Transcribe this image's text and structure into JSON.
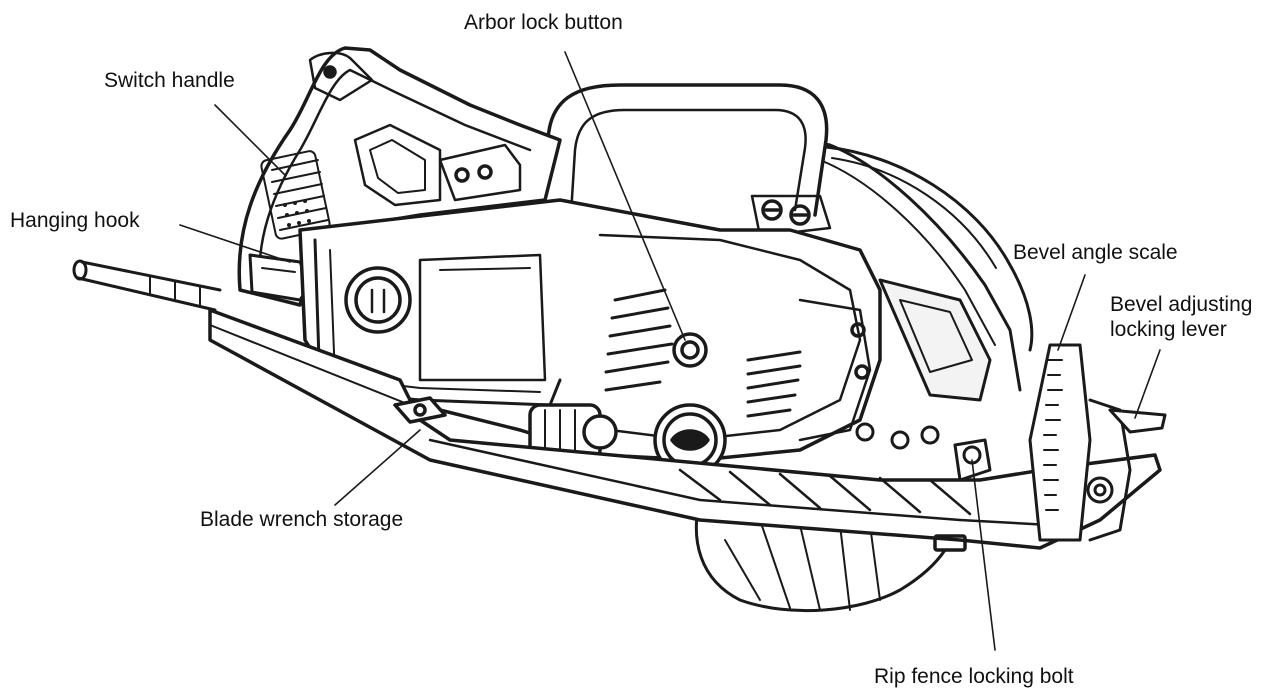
{
  "diagram": {
    "colors": {
      "ink": "#1a1a1a",
      "paper": "#ffffff",
      "shade": "#e6e6e6"
    },
    "labels": {
      "arbor_lock_button": "Arbor lock button",
      "switch_handle": "Switch handle",
      "hanging_hook": "Hanging hook",
      "bevel_angle_scale": "Bevel angle scale",
      "bevel_adjusting_locking_lever_line1": "Bevel adjusting",
      "bevel_adjusting_locking_lever_line2": "locking lever",
      "blade_wrench_storage": "Blade wrench storage",
      "rip_fence_locking_bolt": "Rip fence locking bolt"
    }
  }
}
